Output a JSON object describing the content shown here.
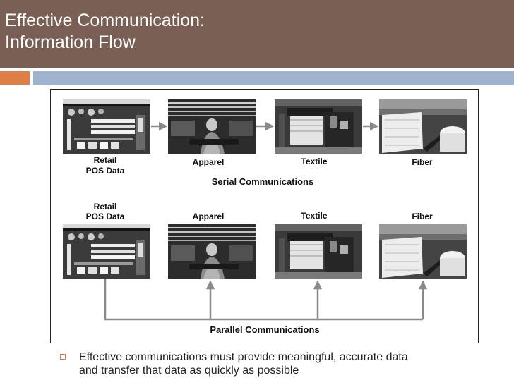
{
  "slide": {
    "title_line1": "Effective Communication:",
    "title_line2": "Information Flow",
    "accent_colors": {
      "header": "#7a5f54",
      "orange": "#e07e47",
      "blue": "#9db2cc"
    }
  },
  "diagram": {
    "serial": {
      "caption": "Serial Communications",
      "stages": [
        {
          "line1": "Retail",
          "line2": "POS Data"
        },
        {
          "line1": "Apparel",
          "line2": ""
        },
        {
          "line1": "Textile",
          "line2": ""
        },
        {
          "line1": "Fiber",
          "line2": ""
        }
      ]
    },
    "parallel": {
      "caption": "Parallel Communications",
      "stages": [
        {
          "line1": "Retail",
          "line2": "POS Data"
        },
        {
          "line1": "Apparel",
          "line2": ""
        },
        {
          "line1": "Textile",
          "line2": ""
        },
        {
          "line1": "Fiber",
          "line2": ""
        }
      ]
    }
  },
  "bullet": {
    "icon": "square-bullet-icon",
    "text_line1": "Effective communications must provide meaningful, accurate data",
    "text_line2": "and transfer that data as quickly as possible"
  }
}
